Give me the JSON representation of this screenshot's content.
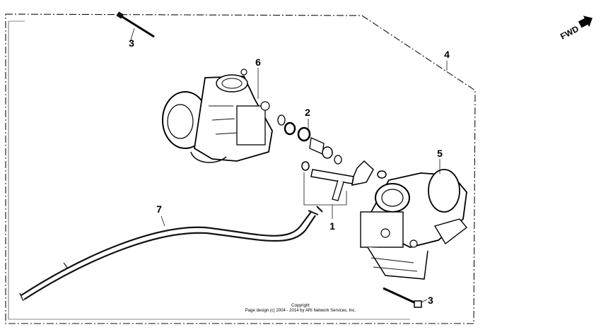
{
  "diagram": {
    "callouts": [
      {
        "id": "c3a",
        "label": "3"
      },
      {
        "id": "c6",
        "label": "6"
      },
      {
        "id": "c2",
        "label": "2"
      },
      {
        "id": "c4",
        "label": "4"
      },
      {
        "id": "c5",
        "label": "5"
      },
      {
        "id": "c1",
        "label": "1"
      },
      {
        "id": "c7",
        "label": "7"
      },
      {
        "id": "c3b",
        "label": "3"
      }
    ],
    "fwd_label": "FWD",
    "copyright_line1": "Copyright",
    "copyright_line2": "Page design (c) 2004 - 2014 by ARI Network Services, Inc."
  }
}
